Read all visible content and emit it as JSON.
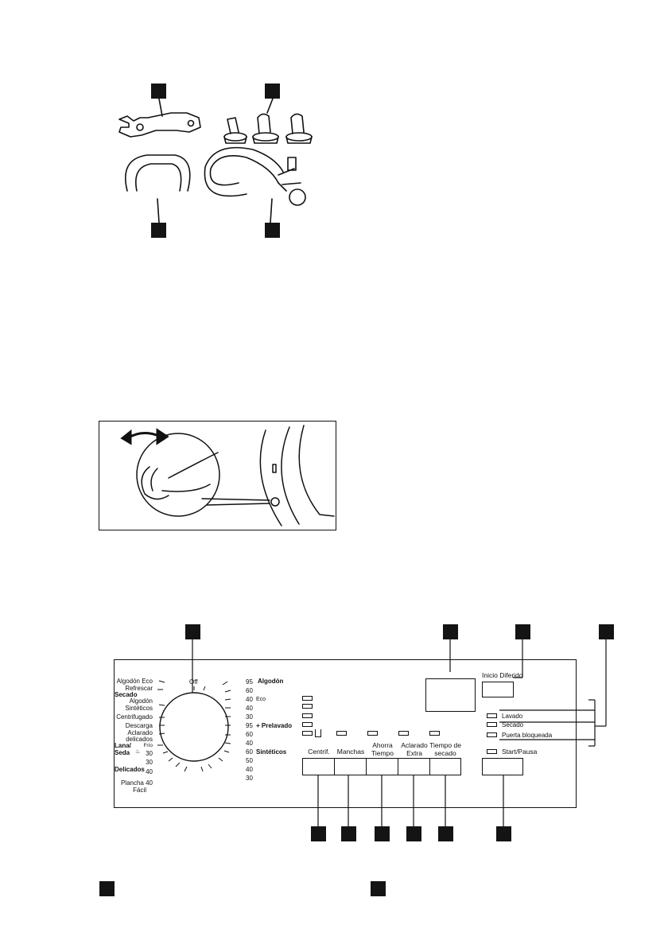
{
  "dial": {
    "off": "Off",
    "left": [
      {
        "text": "Algodón Eco"
      },
      {
        "text": "Refrescar"
      },
      {
        "text": "Secado"
      },
      {
        "text": "Algodón"
      },
      {
        "text": "Sintéticos"
      },
      {
        "text": "Centrifugado"
      },
      {
        "text": "Descarga"
      },
      {
        "text": "Aclarado"
      },
      {
        "text": "delicados"
      },
      {
        "text": "Lana/"
      },
      {
        "text": "Seda"
      },
      {
        "text": "Frío"
      },
      {
        "text": "30"
      },
      {
        "text": "30"
      },
      {
        "text": "Delicados"
      },
      {
        "text": "40"
      },
      {
        "text": "Plancha 40"
      },
      {
        "text": "Fácil"
      }
    ],
    "right_temps": [
      "95",
      "60",
      "40",
      "40",
      "30",
      "95",
      "60",
      "40",
      "60",
      "50",
      "40",
      "30"
    ],
    "right_names": [
      "Algodón",
      "Eco",
      "+ Prelavado",
      "Sintéticos"
    ]
  },
  "buttons": [
    {
      "label": "Centrif."
    },
    {
      "label": "Manchas"
    },
    {
      "label": "Ahorra Tiempo"
    },
    {
      "label": "Aclarado Extra"
    },
    {
      "label": "Tiempo de secado"
    }
  ],
  "delay_label": "Inicio Diferido",
  "status": [
    "Lavado",
    "Secado",
    "Puerta bloqueada"
  ],
  "start_label": "Start/Pausa",
  "colors": {
    "ink": "#111111",
    "marker": "#141414",
    "background": "#ffffff"
  }
}
